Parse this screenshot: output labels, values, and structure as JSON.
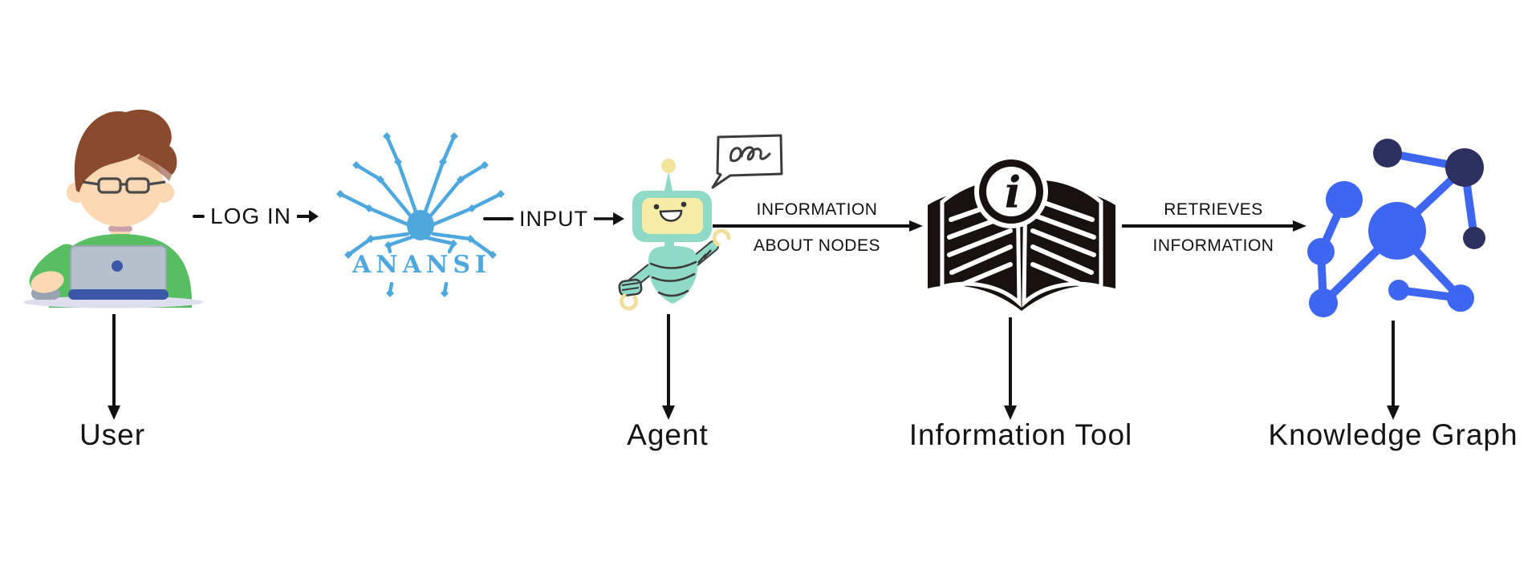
{
  "diagram": {
    "type": "flowchart",
    "nodes": [
      {
        "id": "user",
        "label": "User",
        "icon": "person-at-laptop-icon"
      },
      {
        "id": "anansi",
        "label": "ANANSI",
        "icon": "spider-icon"
      },
      {
        "id": "agent",
        "label": "Agent",
        "icon": "robot-icon"
      },
      {
        "id": "information_tool",
        "label": "Information Tool",
        "icon": "open-book-info-icon",
        "symbol": "i"
      },
      {
        "id": "knowledge_graph",
        "label": "Knowledge Graph",
        "icon": "network-graph-icon"
      }
    ],
    "edges": [
      {
        "from": "user",
        "to": "anansi",
        "label": "LOG IN"
      },
      {
        "from": "anansi",
        "to": "agent",
        "label": "INPUT"
      },
      {
        "from": "agent",
        "to": "information_tool",
        "label_line1": "INFORMATION",
        "label_line2": "ABOUT NODES"
      },
      {
        "from": "information_tool",
        "to": "knowledge_graph",
        "label_line1": "RETRIEVES",
        "label_line2": "INFORMATION"
      }
    ]
  },
  "colors": {
    "background": "#ffffff",
    "text": "#141414",
    "arrow": "#111111",
    "anansi_blue": "#4FA8DD",
    "graph_blue": "#3E66F0",
    "graph_navy": "#2D2F5E",
    "robot_teal": "#8FDAC6",
    "robot_face_yellow": "#F6ECA8",
    "sketch_dark": "#3B3B3B",
    "book_black": "#17120F",
    "sweater_green": "#57BE61",
    "skin_tone": "#FDD8B5",
    "hair_brown": "#8A4A2E",
    "laptop_gray": "#B6C0CC",
    "laptop_blue": "#3D57A8",
    "desk_lavender": "#DEDEEF"
  }
}
